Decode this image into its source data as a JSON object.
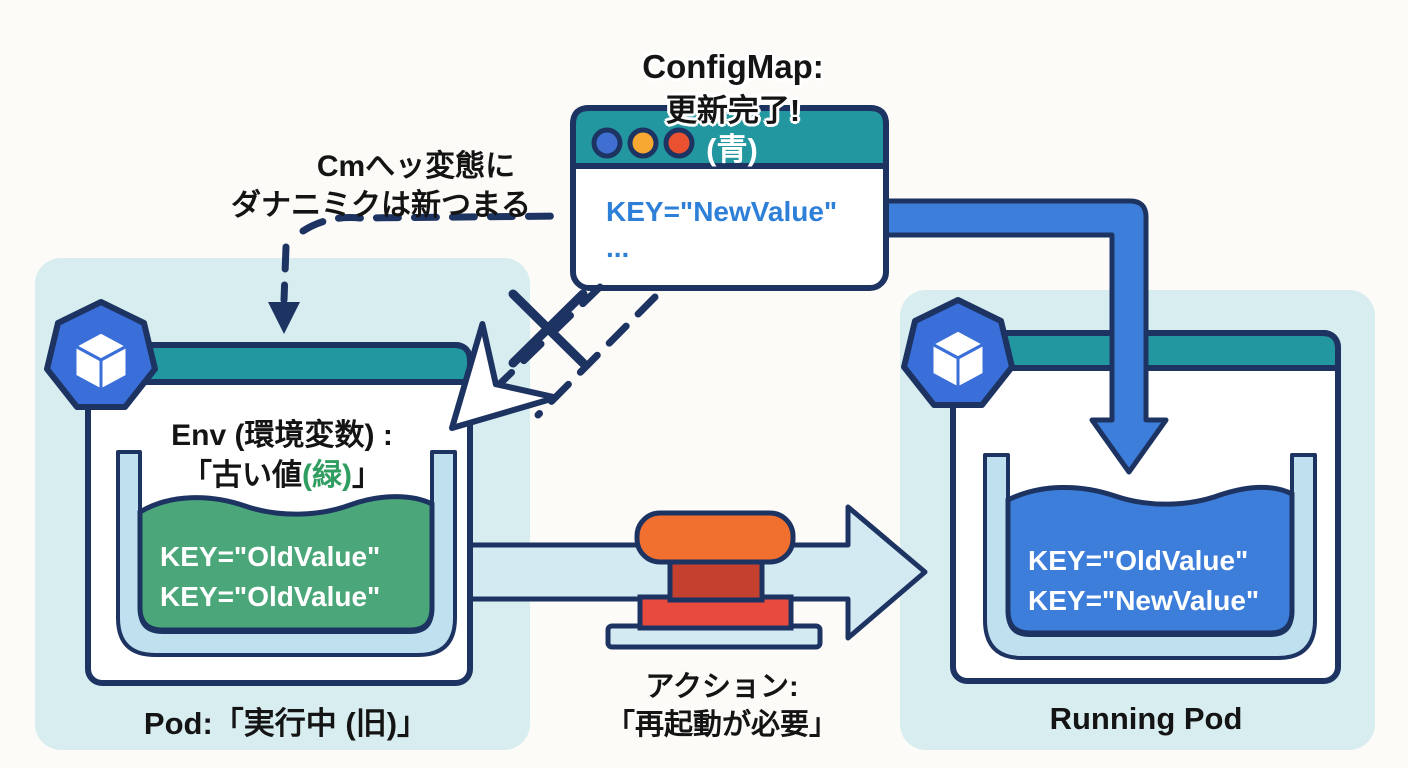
{
  "diagram": {
    "title": {
      "line1": "ConfigMap:",
      "line2": "更新完了!"
    },
    "configmap_window": {
      "titlebar_label": "(青)",
      "code_line1": "KEY=\"NewValue\"",
      "code_line2": "..."
    },
    "annotation": {
      "line1": "Cmへッ変態に",
      "line2": "ダナニミクは新つまる"
    },
    "left_pod": {
      "env_title": "Env (環境変数) :",
      "env_value_prefix": "「古い値",
      "env_value_highlight": "(緑)",
      "env_value_suffix": "」",
      "liquid_lines": [
        "KEY=\"OldValue\"",
        "KEY=\"OldValue\""
      ],
      "caption": "Pod:「実行中 (旧)」"
    },
    "action": {
      "line1": "アクション:",
      "line2": "「再起動が必要」"
    },
    "right_pod": {
      "liquid_lines": [
        "KEY=\"OldValue\"",
        "KEY=\"NewValue\""
      ],
      "caption": "Running Pod"
    },
    "colors": {
      "navy_outline": "#1d3463",
      "teal_header": "#2397a0",
      "pod_background": "#d8edf0",
      "green_liquid": "#4ba77a",
      "blue_liquid": "#3d7edb",
      "hexagon_blue": "#3a6fd9",
      "code_blue": "#2e7fd8",
      "green_text": "#2f9e60",
      "button_orange": "#f2702f",
      "button_dark_red": "#c4402f",
      "button_red": "#e84a3e",
      "arrow_fill": "#d3eaf3",
      "tank_wall": "#bfe0ef",
      "dot_blue": "#3f6fd1",
      "dot_orange": "#f6a832",
      "dot_red": "#ea5130"
    }
  }
}
